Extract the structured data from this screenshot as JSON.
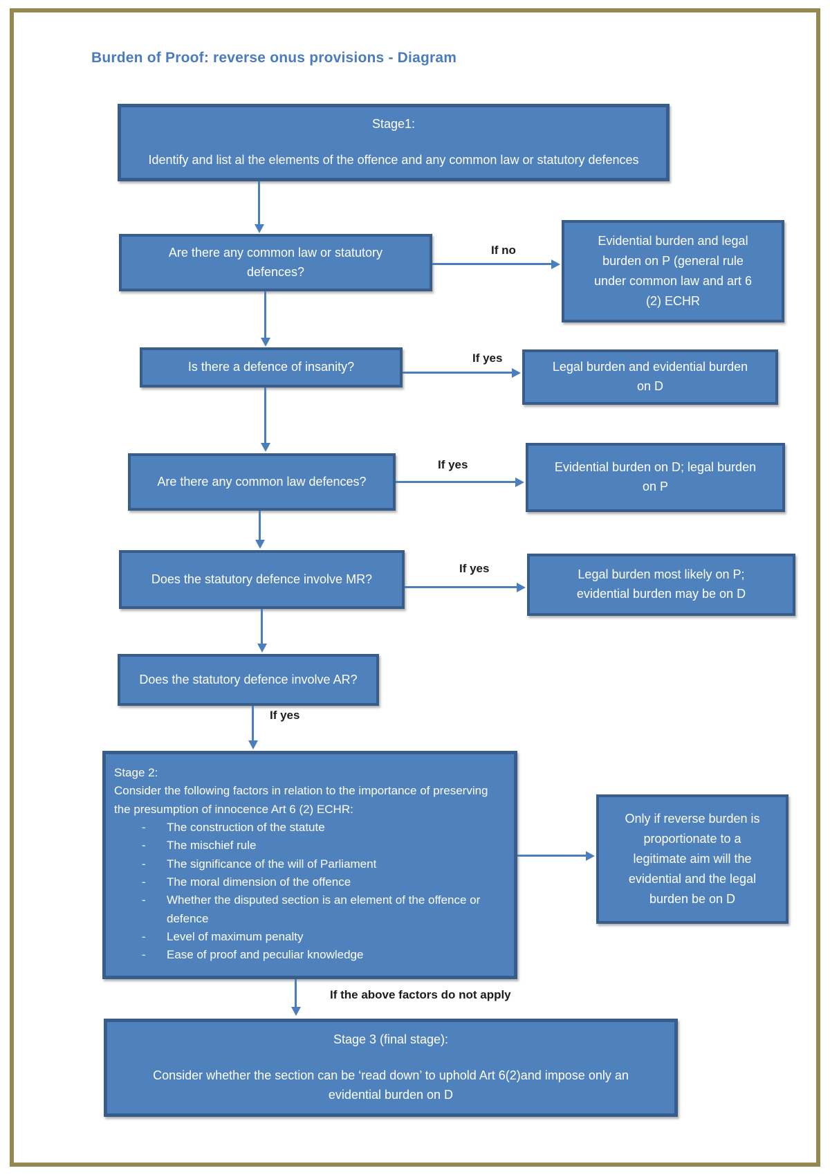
{
  "title": "Burden of Proof: reverse onus provisions - Diagram",
  "colors": {
    "box_fill": "#4f81bd",
    "box_border": "#385d8a",
    "arrow": "#4a7ebc",
    "frame": "#93894f",
    "title_text": "#4a7cbd",
    "label_text": "#1c1c1c"
  },
  "flowchart": {
    "stage1": {
      "heading": "Stage1:",
      "body": "Identify and list al the elements of the offence and any common law or statutory defences"
    },
    "q_defences": "Are there any common law or statutory\ndefences?",
    "label_if_no": "If no",
    "r_general_rule": "Evidential burden and legal\nburden on P (general rule\nunder common law and art 6\n(2) ECHR",
    "q_insanity": "Is there a defence of insanity?",
    "label_if_yes_1": "If yes",
    "r_insanity": "Legal burden and evidential burden\non D",
    "q_common_law": "Are there any common law defences?",
    "label_if_yes_2": "If yes",
    "r_common_law": "Evidential burden on D; legal burden\non P",
    "q_mens_rea": "Does the statutory defence involve MR?",
    "label_if_yes_3": "If yes",
    "r_mens_rea": "Legal burden most likely on P;\nevidential burden may be on D",
    "q_actus_reus": "Does the statutory defence involve AR?",
    "label_if_yes_4": "If yes",
    "stage2": {
      "heading": "Stage 2:",
      "intro": "Consider the following factors in relation to the importance of preserving the presumption of innocence Art 6 (2) ECHR:",
      "factors": [
        "The construction of the statute",
        "The mischief rule",
        "The significance of the will of Parliament",
        "The moral dimension of the offence",
        "Whether the disputed section is an element of the offence or defence",
        "Level of maximum penalty",
        "Ease of proof and peculiar knowledge"
      ]
    },
    "r_proportionality": "Only if reverse burden is\nproportionate to a\nlegitimate aim will the\nevidential and the legal\nburden be on D",
    "label_factors_not_apply": "If the above factors do not apply",
    "stage3": {
      "heading": "Stage 3 (final stage):",
      "body": "Consider whether the section can be ‘read down’ to uphold Art 6(2)and impose only an\nevidential burden on D"
    }
  }
}
